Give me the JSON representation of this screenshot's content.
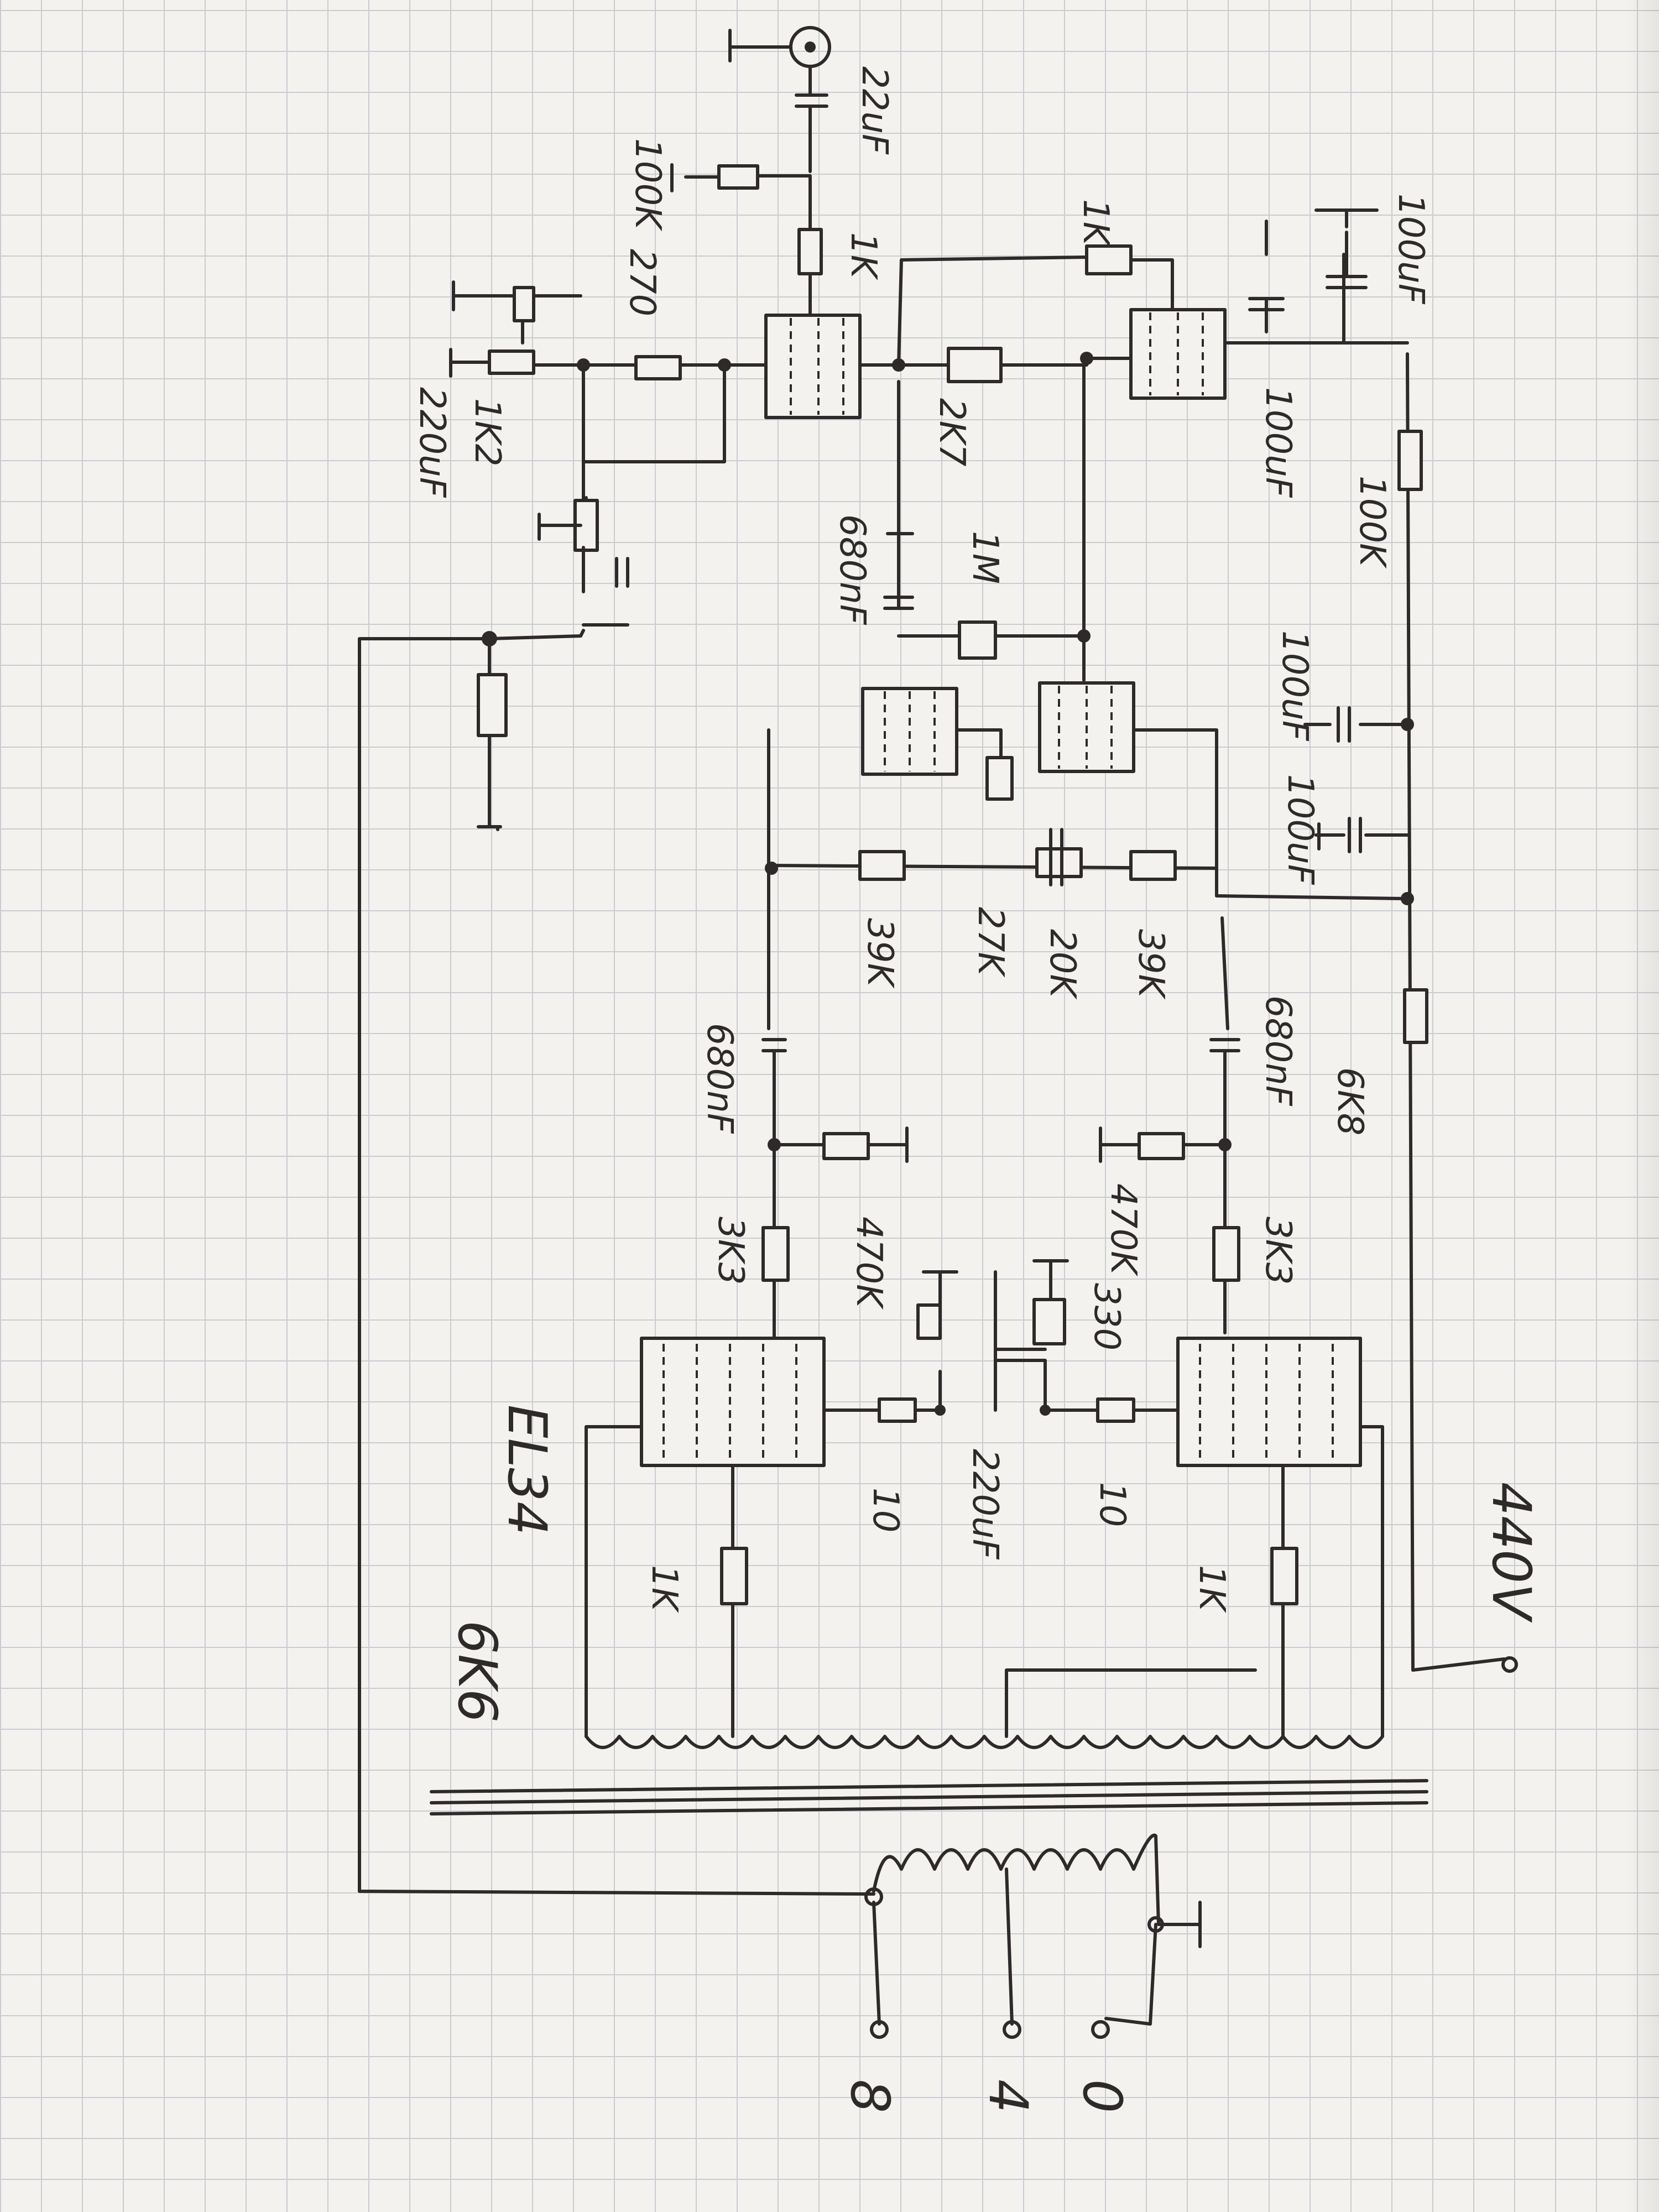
{
  "components": {
    "r_input_1k": "1K",
    "c_input_22uF": "22uF",
    "r_grid_100k": "100K",
    "r_cathode_270": "270",
    "r_cathode_1k2": "1K2",
    "c_cathode_220uF": "220uF",
    "r_plate_2k7": "2K7",
    "r_feedback_1k": "1K",
    "c_680nF_top": "680nF",
    "r_1M": "1M",
    "c_100uF_a": "100uF",
    "r_100k_supply": "100K",
    "c_100uF_b": "100uF",
    "c_100uF_c": "100uF",
    "c_100uF_d": "100uF",
    "r_39k_left": "39K",
    "r_27k": "27K",
    "r_20k": "20K",
    "r_39k_right": "39K",
    "c_680nF_left": "680nF",
    "c_680nF_right": "680nF",
    "r_6k8": "6K8",
    "r_470k_left": "470K",
    "r_470k_right": "470K",
    "r_3k3_left": "3K3",
    "r_3k3_right": "3K3",
    "r_330": "330",
    "r_10_left": "10",
    "r_10_right": "10",
    "c_220uF_out": "220uF",
    "r_1k_left": "1K",
    "r_1k_right": "1K",
    "tube_el34": "EL34",
    "tube_6k6": "6K6",
    "supply_440v": "440V"
  },
  "outputs": {
    "tap_8": "8",
    "tap_4": "4",
    "tap_0": "0"
  }
}
